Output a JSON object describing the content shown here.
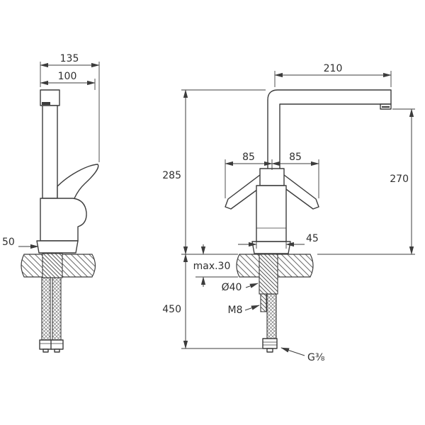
{
  "colors": {
    "line": "#3c3c3c",
    "text": "#2f2f2f",
    "background": "#ffffff"
  },
  "side_view": {
    "overall_depth": "135",
    "spout_projection": "100",
    "outlet_height": "50"
  },
  "front_view": {
    "spout_reach": "210",
    "handle_left": "85",
    "handle_right": "85",
    "height_to_top": "285",
    "outlet_to_deck": "270",
    "body_width": "45",
    "deck_thickness": "max.30",
    "hole_diameter": "Ø40",
    "stud_thread": "M8",
    "hose_length": "450",
    "hose_thread": "G⅜"
  }
}
